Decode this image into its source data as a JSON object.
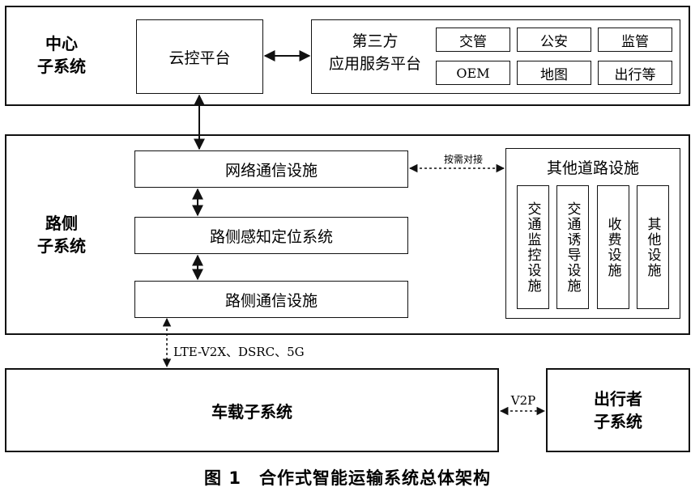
{
  "center": {
    "label_line1": "中心",
    "label_line2": "子系统",
    "cloud": "云控平台",
    "third_party_line1": "第三方",
    "third_party_line2": "应用服务平台",
    "apps": [
      "交管",
      "公安",
      "监管",
      "OEM",
      "地图",
      "出行等"
    ]
  },
  "roadside": {
    "label_line1": "路侧",
    "label_line2": "子系统",
    "network": "网络通信设施",
    "perception": "路侧感知定位系统",
    "comm": "路侧通信设施",
    "on_demand": "按需对接",
    "other_title": "其他道路设施",
    "other_items": [
      "交通监控设施",
      "交通诱导设施",
      "收费设施",
      "其他设施"
    ]
  },
  "links": {
    "v2x": "LTE-V2X、DSRC、5G",
    "v2p": "V2P"
  },
  "vehicle": {
    "label": "车载子系统"
  },
  "traveler": {
    "label_line1": "出行者",
    "label_line2": "子系统"
  },
  "caption": "图 1　合作式智能运输系统总体架构"
}
